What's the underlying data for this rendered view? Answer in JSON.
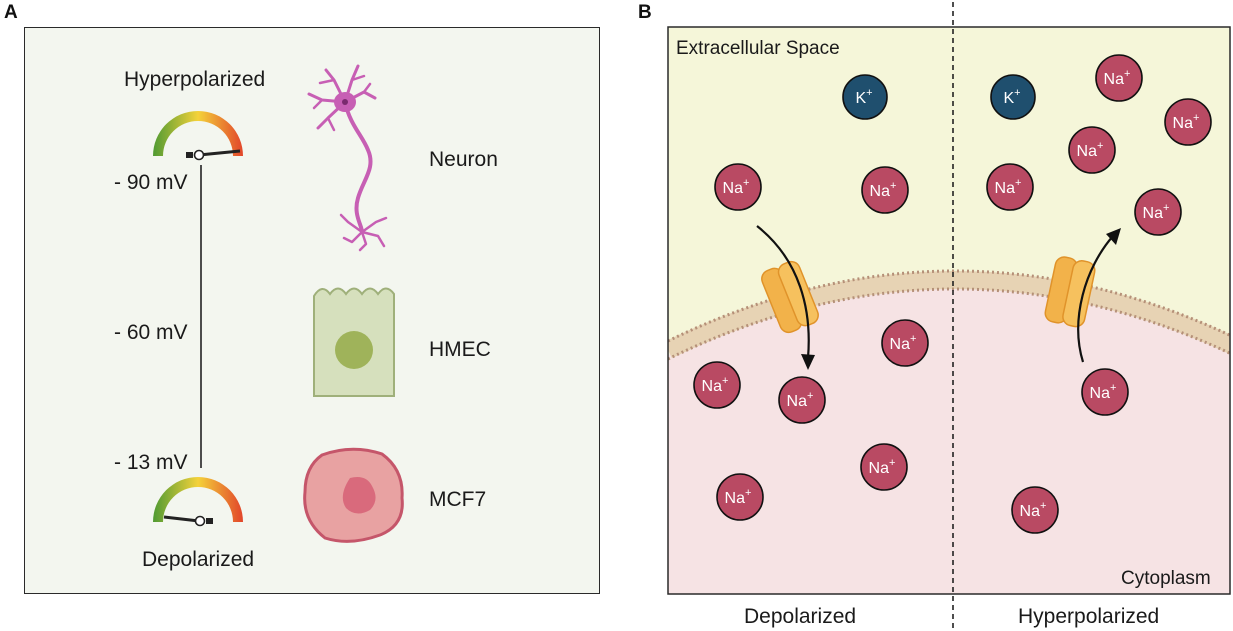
{
  "panel_a": {
    "letter": "A",
    "top_state": "Hyperpolarized",
    "bottom_state": "Depolarized",
    "voltages": [
      "- 90 mV",
      "- 60 mV",
      "- 13 mV"
    ],
    "cells": [
      "Neuron",
      "HMEC",
      "MCF7"
    ]
  },
  "panel_b": {
    "letter": "B",
    "extracellular_label": "Extracellular Space",
    "cytoplasm_label": "Cytoplasm",
    "left_caption": "Depolarized",
    "right_caption": "Hyperpolarized",
    "ion_na": "Na",
    "ion_k": "K",
    "charge": "+"
  },
  "colors": {
    "panel_a_bg": "#f3f6ef",
    "extracellular": "#f5f6d9",
    "cytoplasm": "#f6e3e4",
    "na_ion": "#b94a63",
    "k_ion": "#1f4f6e",
    "neuron": "#c75fb4",
    "hmec": "#d6e0bd",
    "mcf7": "#e8a2a2",
    "channel": "#f2b24a"
  }
}
